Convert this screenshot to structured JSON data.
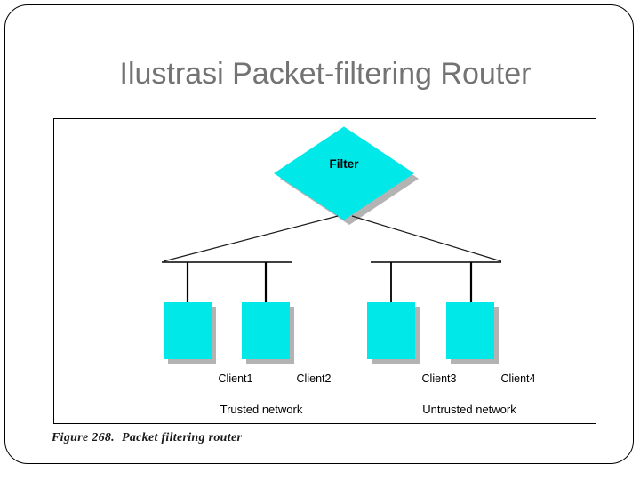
{
  "slide": {
    "title": "Ilustrasi Packet-filtering Router",
    "title_color": "#737373",
    "frame_color": "#000000",
    "background": "#ffffff"
  },
  "figure": {
    "caption_number": "Figure 268.",
    "caption_text": "Packet filtering router",
    "border_color": "#000000",
    "node_fill": "#00E8E8",
    "node_shadow": "#b3b3b3",
    "line_color": "#000000"
  },
  "diagram": {
    "router": {
      "label": "Filter",
      "shape": "diamond"
    },
    "networks": [
      {
        "name": "Trusted network",
        "clients": [
          {
            "label": "Client1"
          },
          {
            "label": "Client2"
          }
        ]
      },
      {
        "name": "Untrusted network",
        "clients": [
          {
            "label": "Client3"
          },
          {
            "label": "Client4"
          }
        ]
      }
    ]
  }
}
